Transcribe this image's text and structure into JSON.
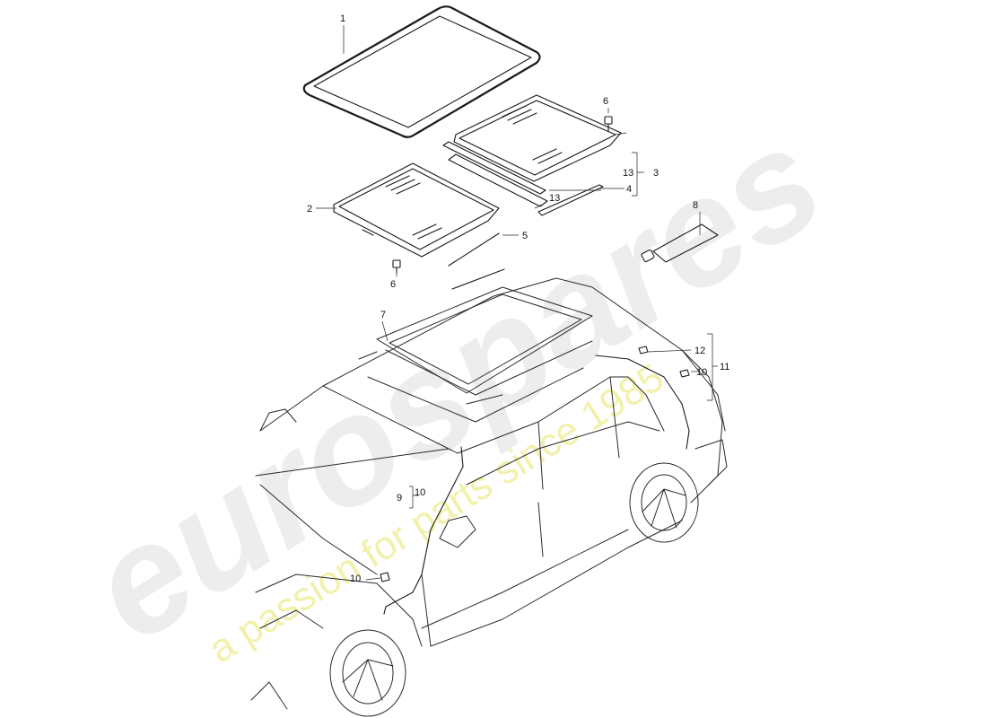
{
  "watermark": {
    "brand": "eurospares",
    "tagline": "a passion for parts since 1985"
  },
  "callouts": {
    "c1": "1",
    "c2": "2",
    "c3": "3",
    "c4": "4",
    "c5": "5",
    "c6a": "6",
    "c6b": "6",
    "c7": "7",
    "c8": "8",
    "c9": "9",
    "c10a": "10",
    "c10b": "10",
    "c10c": "10",
    "c11": "11",
    "c12": "12",
    "c13a": "13",
    "c13b": "13"
  },
  "colors": {
    "line": "#1a1a1a",
    "watermark_grey": "#d9d9d9",
    "watermark_yellow": "#e8e66a"
  }
}
